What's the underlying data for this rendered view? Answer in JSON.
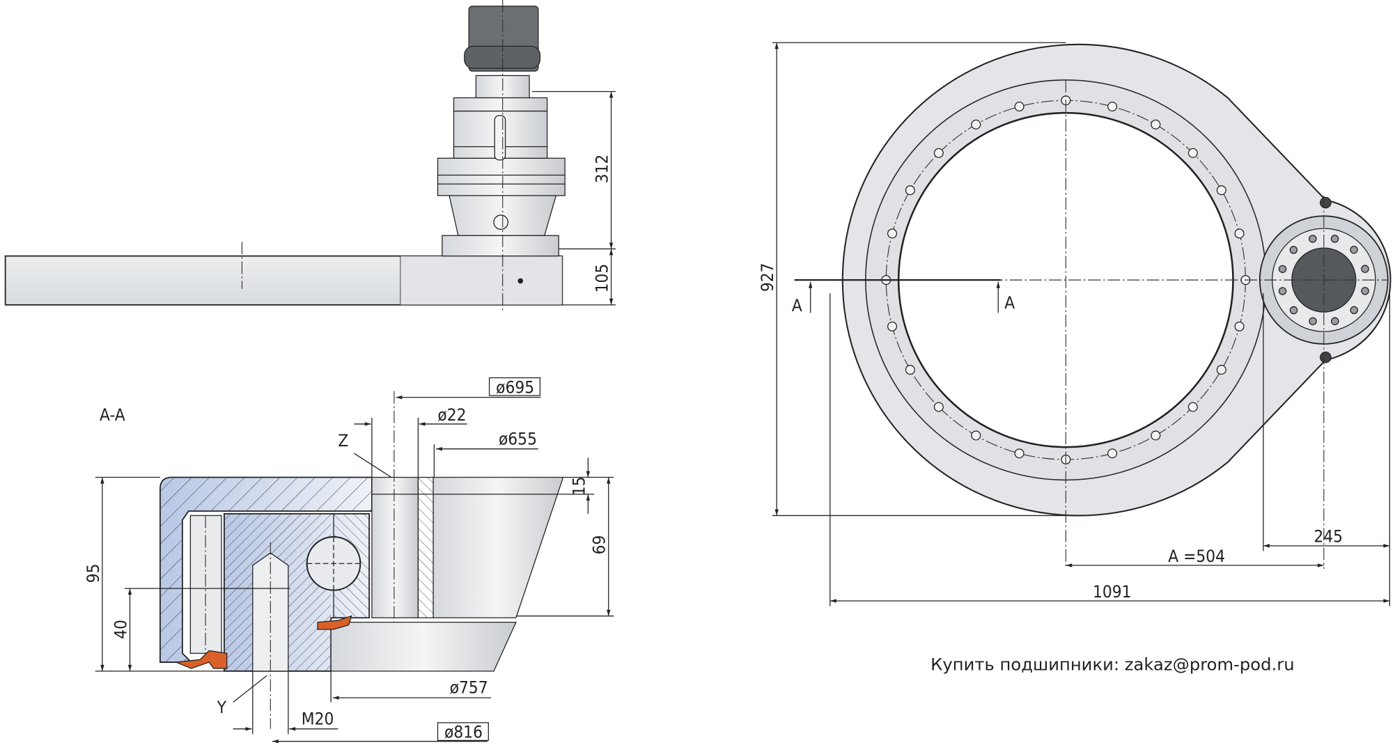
{
  "side_view": {
    "dim_height_drive": "312",
    "dim_height_ring": "105"
  },
  "top_view": {
    "dim_927": "927",
    "section_mark_left": "A",
    "section_mark_right": "A",
    "dim_245": "245",
    "dim_a": "A =504",
    "dim_1091": "1091",
    "bolt_holes": 24
  },
  "section": {
    "title": "A-A",
    "dim_695": "ø695",
    "dim_22": "ø22",
    "label_z": "Z",
    "dim_655": "ø655",
    "dim_15": "15",
    "dim_69": "69",
    "dim_95": "95",
    "dim_40": "40",
    "label_y": "Y",
    "thread": "M20",
    "dim_757": "ø757",
    "dim_816": "ø816"
  },
  "footer": {
    "contact": "Купить подшипники: zakaz@prom-pod.ru"
  },
  "colors": {
    "metal": "#e4e6e9",
    "hatch_bg": "#c9d4ea",
    "seal": "#d9602a",
    "dark": "#5a5e63"
  }
}
